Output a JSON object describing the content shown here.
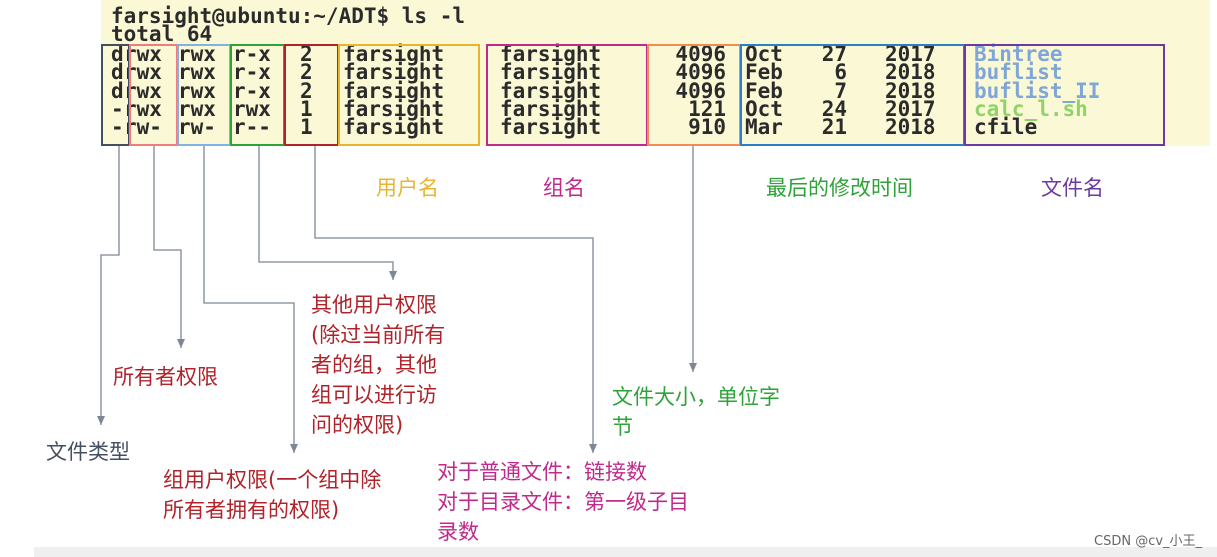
{
  "terminal": {
    "prompt": "farsight@ubuntu:~/ADT$ ls -l",
    "total": "total 64",
    "rows": [
      {
        "type": "d",
        "owner": "rwx",
        "group": "rwx",
        "other": "r-x",
        "links": "2",
        "user": "farsight",
        "grp": "farsight",
        "size": "4096",
        "month": "Oct",
        "day": "27",
        "year": "2017",
        "name": "Bintree",
        "name_color": "#7fa6d8"
      },
      {
        "type": "d",
        "owner": "rwx",
        "group": "rwx",
        "other": "r-x",
        "links": "2",
        "user": "farsight",
        "grp": "farsight",
        "size": "4096",
        "month": "Feb",
        "day": "6",
        "year": "2018",
        "name": "buflist",
        "name_color": "#7fa6d8"
      },
      {
        "type": "d",
        "owner": "rwx",
        "group": "rwx",
        "other": "r-x",
        "links": "2",
        "user": "farsight",
        "grp": "farsight",
        "size": "4096",
        "month": "Feb",
        "day": "7",
        "year": "2018",
        "name": "buflist_II",
        "name_color": "#7fa6d8"
      },
      {
        "type": "-",
        "owner": "rwx",
        "group": "rwx",
        "other": "rwx",
        "links": "1",
        "user": "farsight",
        "grp": "farsight",
        "size": "121",
        "month": "Oct",
        "day": "24",
        "year": "2017",
        "name": "calc_l.sh",
        "name_color": "#8fd36a"
      },
      {
        "type": "-",
        "owner": "rw-",
        "group": "rw-",
        "other": "r--",
        "links": "1",
        "user": "farsight",
        "grp": "farsight",
        "size": "910",
        "month": "Mar",
        "day": "21",
        "year": "2018",
        "name": "cfile",
        "name_color": "#2b2b2b"
      }
    ]
  },
  "labels": {
    "username": "用户名",
    "groupname": "组名",
    "mtime": "最后的修改时间",
    "filename": "文件名",
    "filetype": "文件类型",
    "owner_perm": "所有者权限",
    "group_perm": "组用户权限(一个组中除\n所有者拥有的权限)",
    "other_perm": "其他用户权限\n(除过当前所有\n者的组，其他\n组可以进行访\n问的权限)",
    "links": "对于普通文件：链接数\n对于目录文件：第一级子目\n录数",
    "size": "文件大小，单位字\n节"
  },
  "colors": {
    "filetype": "#444f60",
    "owner": "#f07c7c",
    "group": "#7fb3e6",
    "other": "#2ea33a",
    "links": "#b0232a",
    "user": "#e8b52c",
    "grp": "#c02a8c",
    "size": "#f28c50",
    "date": "#2b7fc4",
    "name": "#6d3aa0"
  },
  "watermark": "CSDN @cv_小王_"
}
